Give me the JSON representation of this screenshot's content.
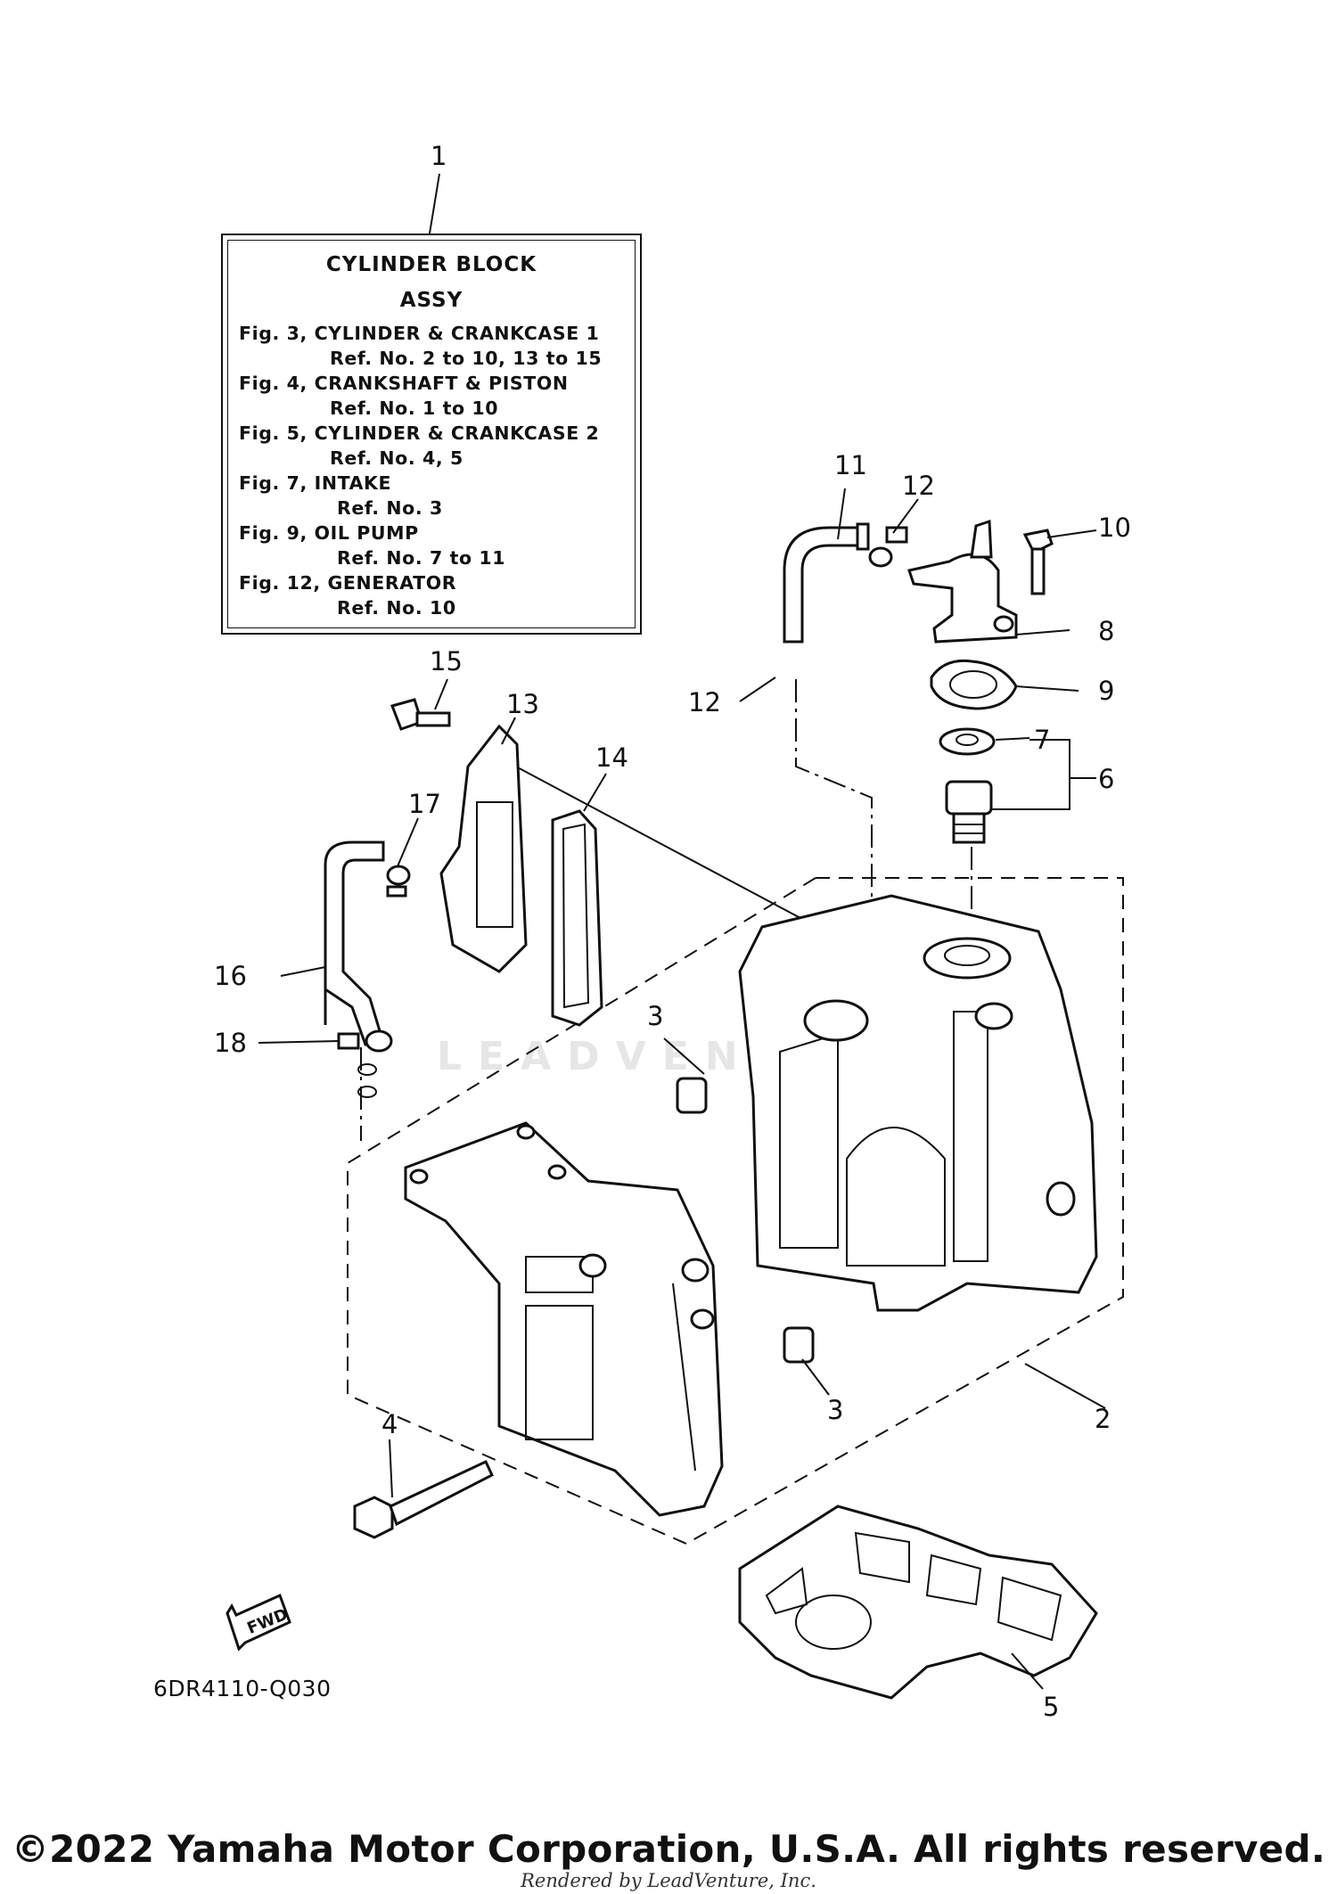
{
  "info_box": {
    "title": "CYLINDER BLOCK",
    "subtitle": "ASSY",
    "entries": [
      {
        "fig": "Fig. 3, CYLINDER & CRANKCASE 1",
        "ref": "Ref. No. 2 to 10, 13 to 15"
      },
      {
        "fig": "Fig. 4, CRANKSHAFT & PISTON",
        "ref": "Ref. No. 1 to 10"
      },
      {
        "fig": "Fig. 5, CYLINDER & CRANKCASE 2",
        "ref": "Ref. No. 4, 5"
      },
      {
        "fig": "Fig. 7, INTAKE",
        "ref": "Ref. No. 3"
      },
      {
        "fig": "Fig. 9, OIL PUMP",
        "ref": "Ref. No. 7 to 11"
      },
      {
        "fig": "Fig. 12, GENERATOR",
        "ref": "Ref. No. 10"
      }
    ]
  },
  "callouts": {
    "c1": "1",
    "c2": "2",
    "c3a": "3",
    "c3b": "3",
    "c4": "4",
    "c5": "5",
    "c6": "6",
    "c7": "7",
    "c8": "8",
    "c9": "9",
    "c10": "10",
    "c11": "11",
    "c12a": "12",
    "c12b": "12",
    "c13": "13",
    "c14": "14",
    "c15": "15",
    "c16": "16",
    "c17": "17",
    "c18": "18"
  },
  "fwd_label": "FWD",
  "diagram_code": "6DR4110-Q030",
  "watermark": "LEADVENTURE",
  "copyright": "©2022 Yamaha Motor Corporation, U.S.A. All rights reserved.",
  "rendered_by": "Rendered by LeadVenture, Inc."
}
